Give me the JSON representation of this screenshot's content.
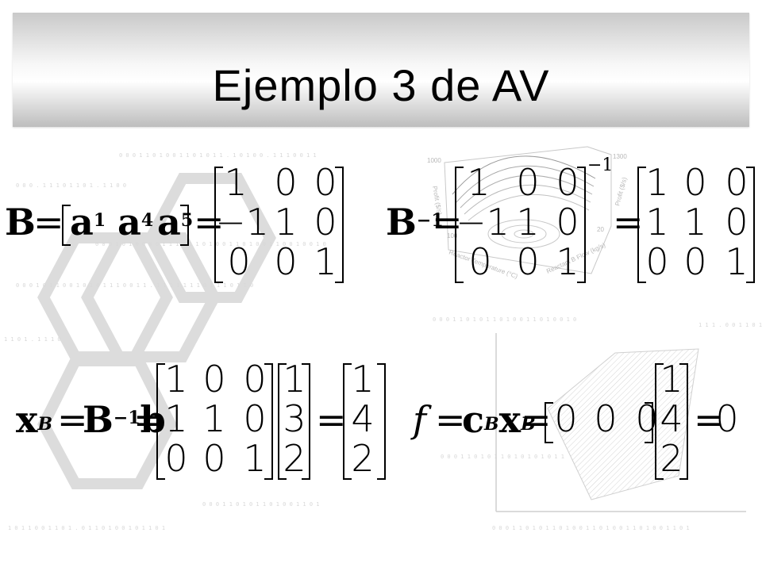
{
  "title": "Ejemplo 3 de AV",
  "eq1": {
    "lhs": "B",
    "cols": [
      {
        "name": "a",
        "sup": "1"
      },
      {
        "name": "a",
        "sup": "4"
      },
      {
        "name": "a",
        "sup": "5"
      }
    ],
    "matrix": [
      [
        "1",
        "0",
        "0"
      ],
      [
        "−1",
        "1",
        "0"
      ],
      [
        "0",
        "0",
        "1"
      ]
    ]
  },
  "eq2": {
    "lhs": "B",
    "lhs_sup": "−1",
    "inner_sup": "−1",
    "matrix_inner": [
      [
        "1",
        "0",
        "0"
      ],
      [
        "−1",
        "1",
        "0"
      ],
      [
        "0",
        "0",
        "1"
      ]
    ],
    "matrix_result": [
      [
        "1",
        "0",
        "0"
      ],
      [
        "1",
        "1",
        "0"
      ],
      [
        "0",
        "0",
        "1"
      ]
    ]
  },
  "eq3": {
    "lhs": "x",
    "lhs_sub": "B",
    "B": "B",
    "B_sup": "−1",
    "b": "b",
    "matrix": [
      [
        "1",
        "0",
        "0"
      ],
      [
        "1",
        "1",
        "0"
      ],
      [
        "0",
        "0",
        "1"
      ]
    ],
    "vector_b": [
      "1",
      "3",
      "2"
    ],
    "vector_result": [
      "1",
      "4",
      "2"
    ]
  },
  "eq4": {
    "lhs": "f",
    "c": "c",
    "c_sub": "B",
    "x": "x",
    "x_sub": "B",
    "row": [
      "0",
      "0",
      "0"
    ],
    "vector": [
      "1",
      "4",
      "2"
    ],
    "result": "0"
  },
  "watermark_chart": {
    "zlabel_left": "Profit ($/s)",
    "zlabel_right": "Profit ($/s)",
    "xlabel": "Reactor Temperature (°C)",
    "ylabel": "Reactant B Flow (kg/s)",
    "tick_1000": "1000",
    "tick_1300": "1300",
    "tick_100": "100",
    "tick_20": "20"
  },
  "colors": {
    "watermark": "#d6d6d6",
    "ink": "#000000"
  }
}
